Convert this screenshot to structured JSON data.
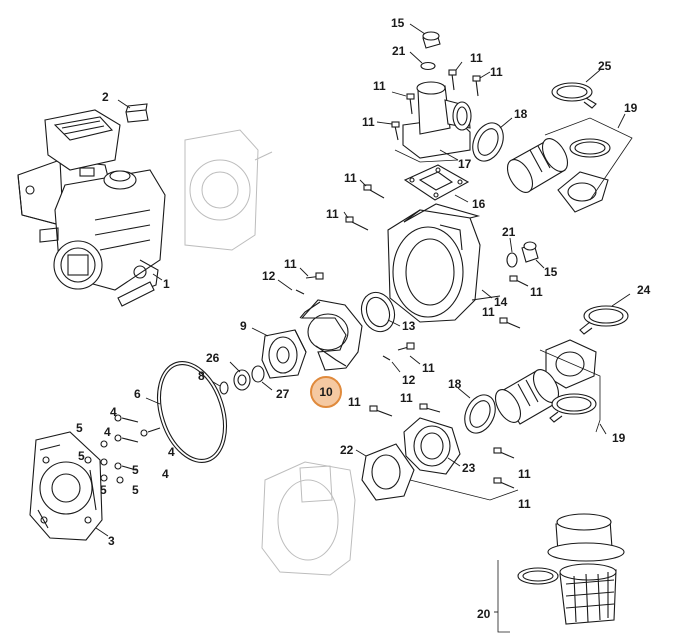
{
  "highlight": {
    "label": "10",
    "fill": "#f5c9a2",
    "stroke": "#e08a3c"
  },
  "labels": {
    "l2": "2",
    "l15a": "15",
    "l21a": "21",
    "l11a": "11",
    "l11b": "11",
    "l11c": "11",
    "l11d": "11",
    "l25": "25",
    "l18a": "18",
    "l19a": "19",
    "l17": "17",
    "l16": "16",
    "l11e": "11",
    "l11f": "11",
    "l1": "1",
    "l21b": "21",
    "l15b": "15",
    "l11g": "11",
    "l14": "14",
    "l24": "24",
    "l11h": "11",
    "l12a": "12",
    "l11i": "11",
    "l13": "13",
    "l9": "9",
    "l26": "26",
    "l8": "8",
    "l27": "27",
    "l12b": "12",
    "l11j": "11",
    "l6": "6",
    "l18b": "18",
    "l11k": "11",
    "l11l": "11",
    "l19b": "19",
    "l4a": "4",
    "l5a": "5",
    "l4b": "4",
    "l4c": "4",
    "l5b": "5",
    "l5c": "5",
    "l5d": "5",
    "l4d": "4",
    "l22": "22",
    "l23": "23",
    "l11m": "11",
    "l11n": "11",
    "l3": "3",
    "l20": "20"
  }
}
